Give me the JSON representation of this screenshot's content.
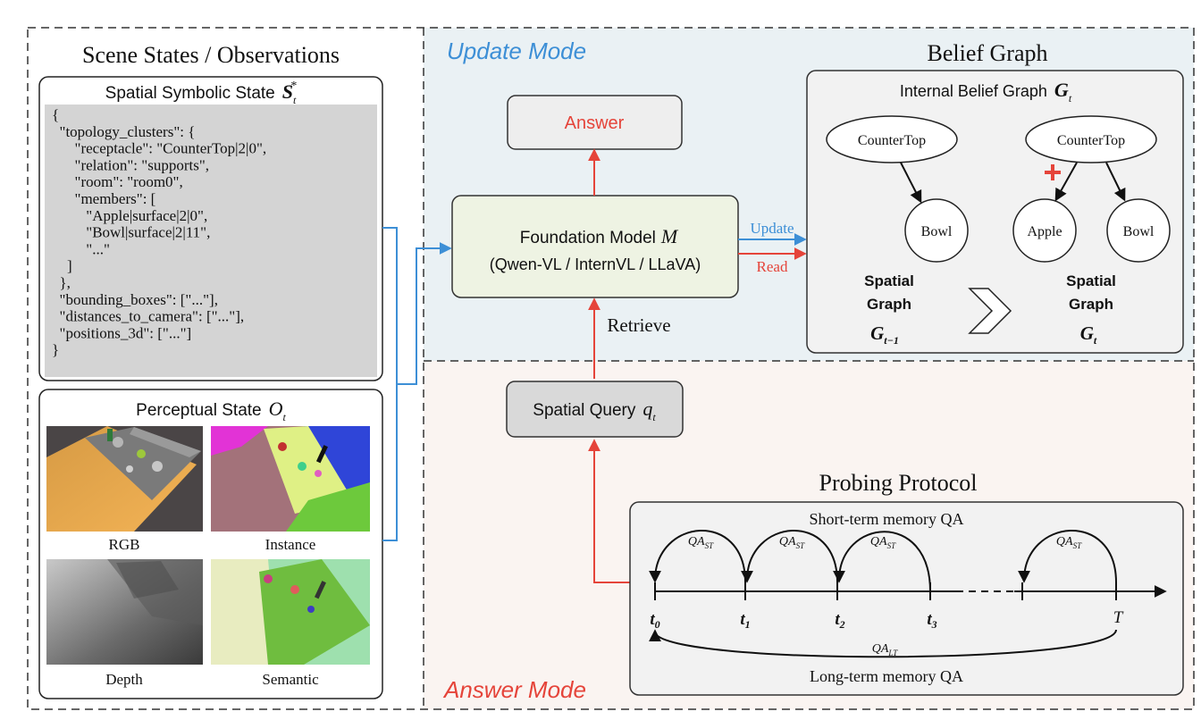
{
  "left_panel": {
    "title": "Scene States / Observations",
    "symbolic": {
      "title": "Spatial Symbolic State",
      "symbol": "S",
      "sub": "t",
      "sup": "*",
      "json_lines": [
        "{",
        "  \"topology_clusters\": {",
        "      \"receptacle\": \"CounterTop|2|0\",",
        "      \"relation\": \"supports\",",
        "      \"room\": \"room0\",",
        "      \"members\": [",
        "         \"Apple|surface|2|0\",",
        "         \"Bowl|surface|2|11\",",
        "         \"...\"",
        "    ]",
        "  },",
        "  \"bounding_boxes\": [\"...\"],",
        "  \"distances_to_camera\": [\"...\"],",
        "  \"positions_3d\": [\"...\"]",
        "}"
      ]
    },
    "perceptual": {
      "title": "Perceptual State",
      "symbol": "O",
      "sub": "t",
      "images": [
        "RGB",
        "Instance",
        "Depth",
        "Semantic"
      ]
    }
  },
  "update_mode": {
    "label": "Update Mode",
    "answer": "Answer",
    "model_line1": "Foundation Model",
    "model_symbol": "M",
    "model_line2": "(Qwen-VL / InternVL / LLaVA)",
    "update_label": "Update",
    "read_label": "Read",
    "retrieve_label": "Retrieve"
  },
  "belief_graph": {
    "title": "Belief Graph",
    "inner_title": "Internal Belief Graph",
    "symbol": "G",
    "sub": "t",
    "left_graph": {
      "root": "CounterTop",
      "child": "Bowl",
      "caption1": "Spatial",
      "caption2": "Graph",
      "sym": "G",
      "sub": "t−1"
    },
    "right_graph": {
      "root": "CounterTop",
      "children": [
        "Apple",
        "Bowl"
      ],
      "caption1": "Spatial",
      "caption2": "Graph",
      "sym": "G",
      "sub": "t"
    }
  },
  "answer_mode": {
    "label": "Answer Mode",
    "query_label": "Spatial Query",
    "query_symbol": "q",
    "query_sub": "t",
    "probing_title": "Probing Protocol",
    "short_term": "Short-term memory QA",
    "long_term": "Long-term memory QA",
    "qa": "QA",
    "qa_st": "ST",
    "qa_lt": "LT",
    "ticks": [
      {
        "label": "t",
        "sub": "0"
      },
      {
        "label": "t",
        "sub": "1"
      },
      {
        "label": "t",
        "sub": "2"
      },
      {
        "label": "t",
        "sub": "3"
      },
      {
        "label": "T",
        "sub": ""
      }
    ]
  },
  "colors": {
    "update_blue": "#3d8fd6",
    "answer_red": "#e5443a",
    "update_bg": "#eaf1f4",
    "answer_bg": "#faf4f1",
    "box_gray": "#d9d9d9",
    "model_green": "#eef3e3",
    "panel_gray": "#f2f2f2"
  }
}
